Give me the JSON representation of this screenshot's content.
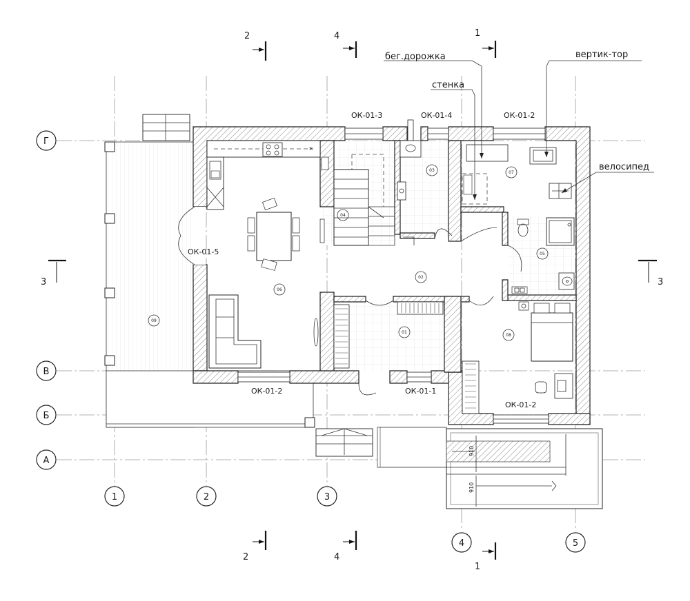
{
  "axes": {
    "horizontal": [
      "Г",
      "В",
      "Б",
      "А"
    ],
    "vertical": [
      "1",
      "2",
      "3",
      "4",
      "5"
    ]
  },
  "sections": {
    "s2": "2",
    "s4": "4",
    "s1": "1",
    "s3": "3"
  },
  "windows": {
    "ok013": "ОК-01-3",
    "ok014": "ОК-01-4",
    "ok012": "ОК-01-2",
    "ok015": "ОК-01-5",
    "ok011": "ОК-01-1"
  },
  "rooms": [
    "01",
    "02",
    "03",
    "04",
    "05",
    "06",
    "07",
    "08",
    "09"
  ],
  "equipment": {
    "treadmill": "бег.дорожка",
    "wall_bars": "стенка",
    "vertical_trainer": "вертик-тор",
    "bicycle": "велосипед"
  },
  "dimensions": {
    "d1": "910",
    "d2": "910"
  }
}
